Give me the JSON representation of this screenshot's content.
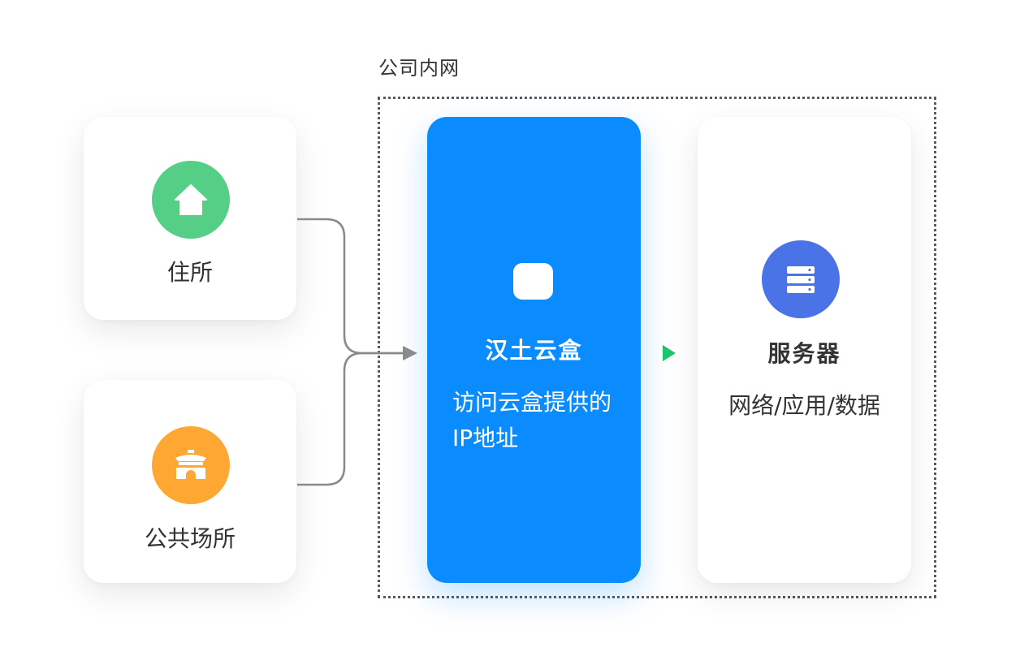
{
  "zone": {
    "label": "公司内网"
  },
  "nodes": {
    "home": {
      "label": "住所",
      "icon": "house-icon",
      "color": "#55cf86"
    },
    "public": {
      "label": "公共场所",
      "icon": "gate-icon",
      "color": "#ffa733"
    },
    "cloud_box": {
      "title": "汉土云盒",
      "description": "访问云盒提供的IP地址",
      "icon": "cloud-box-icon",
      "color": "#0a8cff"
    },
    "server": {
      "title": "服务器",
      "description": "网络/应用/数据",
      "icon": "server-icon",
      "color": "#4a73e8"
    }
  },
  "edges": [
    {
      "from": "住所",
      "to": "汉土云盒",
      "color": "#8a8a8a"
    },
    {
      "from": "公共场所",
      "to": "汉土云盒",
      "color": "#8a8a8a"
    },
    {
      "from": "汉土云盒",
      "to": "服务器",
      "color": "#1ec46a"
    }
  ]
}
